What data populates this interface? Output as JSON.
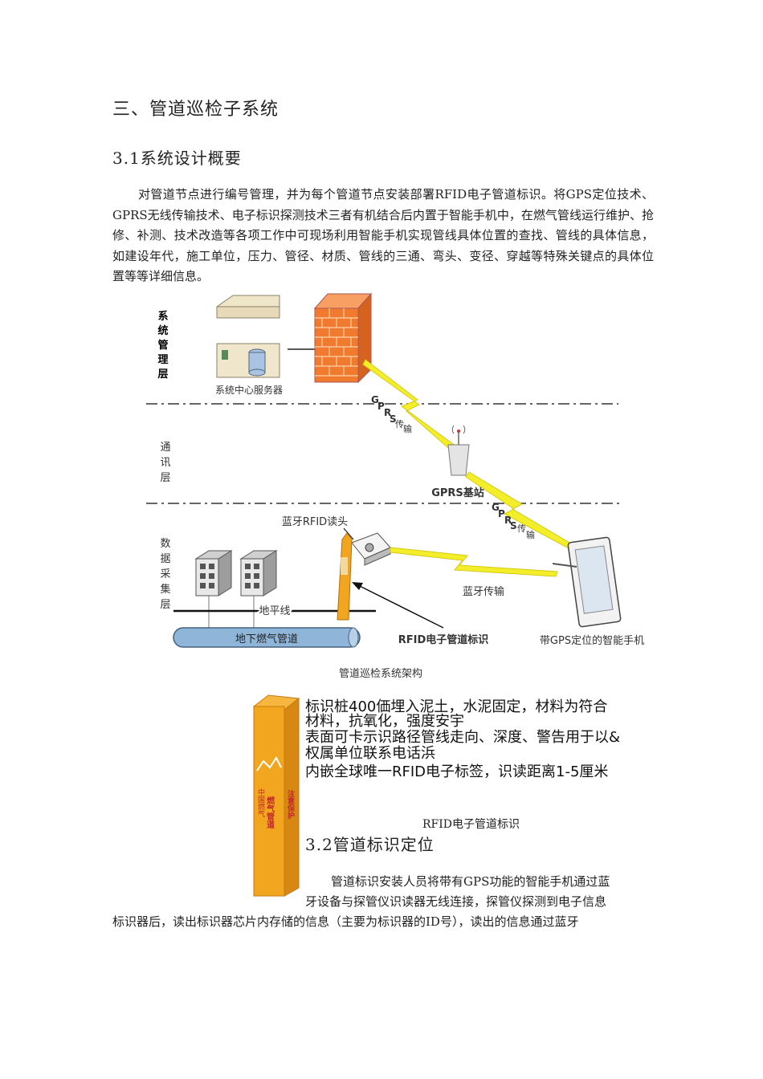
{
  "section_title": "三、管道巡检子系统",
  "sub1": {
    "title": "3.1系统设计概要",
    "body": "对管道节点进行编号管理，并为每个管道节点安装部署RFID电子管道标识。将GPS定位技术、GPRS无线传输技术、电子标识探测技术三者有机结合后内置于智能手机中，在燃气管线运行维护、抢修、补测、技术改造等各项工作中可现场利用智能手机实现管线具体位置的查找、管线的具体信息，如建设年代，施工单位，压力、管径、材质、管线的三通、弯头、变径、穿越等特殊关键点的具体位置等等详细信息。"
  },
  "diagram": {
    "layer_mgmt": [
      "系",
      "统",
      "管",
      "理",
      "层"
    ],
    "layer_comm": [
      "通",
      "讯",
      "层"
    ],
    "layer_data": [
      "数",
      "据",
      "采",
      "集",
      "层"
    ],
    "server_label": "系统中心服务器",
    "gprs_top": [
      "G",
      "P",
      "R",
      "S",
      "传",
      "输"
    ],
    "gprs_station": "GPRS基站",
    "gprs_bottom": [
      "G",
      "P",
      "R",
      "S",
      "传",
      "输"
    ],
    "reader_label": "蓝牙RFID读头",
    "bluetooth_label": "蓝牙传输",
    "ground_label": "地平线",
    "pipe_label": "地下燃气管道",
    "rfid_label": "RFID电子管道标识",
    "phone_label": "带GPS定位的智能手机",
    "caption": "管道巡检系统架构"
  },
  "post_notes": [
    "标识桩400価埋入泥土，水泥固定，材料为符合",
    "材料，抗氧化，强度安宇",
    "表面可卡示识路径管线走向、深度、警告用于以&",
    "权属单位联系电话浜",
    "内嵌全球唯一RFID电子标签，识读距离1-5厘米"
  ],
  "post_caption": "RFID电子管道标识",
  "post_text": [
    "燃气管道",
    "注意保护",
    "中国燃气"
  ],
  "sub2": {
    "title": "3.2管道标识定位",
    "body_line1": "管道标识安装人员将带有GPS功能的智能手机通过蓝",
    "body_line2": "牙设备与探管仪识读器无线连接，探管仪探测到电子信息",
    "body_line3": "标识器后，读出标识器芯片内存储的信息（主要为标识器的ID号），读出的信息通过蓝牙"
  },
  "colors": {
    "firewall": "#f07a2e",
    "lightning": "#f2ef2a",
    "pipe": "#8fb5d8",
    "post": "#f2a51e"
  }
}
